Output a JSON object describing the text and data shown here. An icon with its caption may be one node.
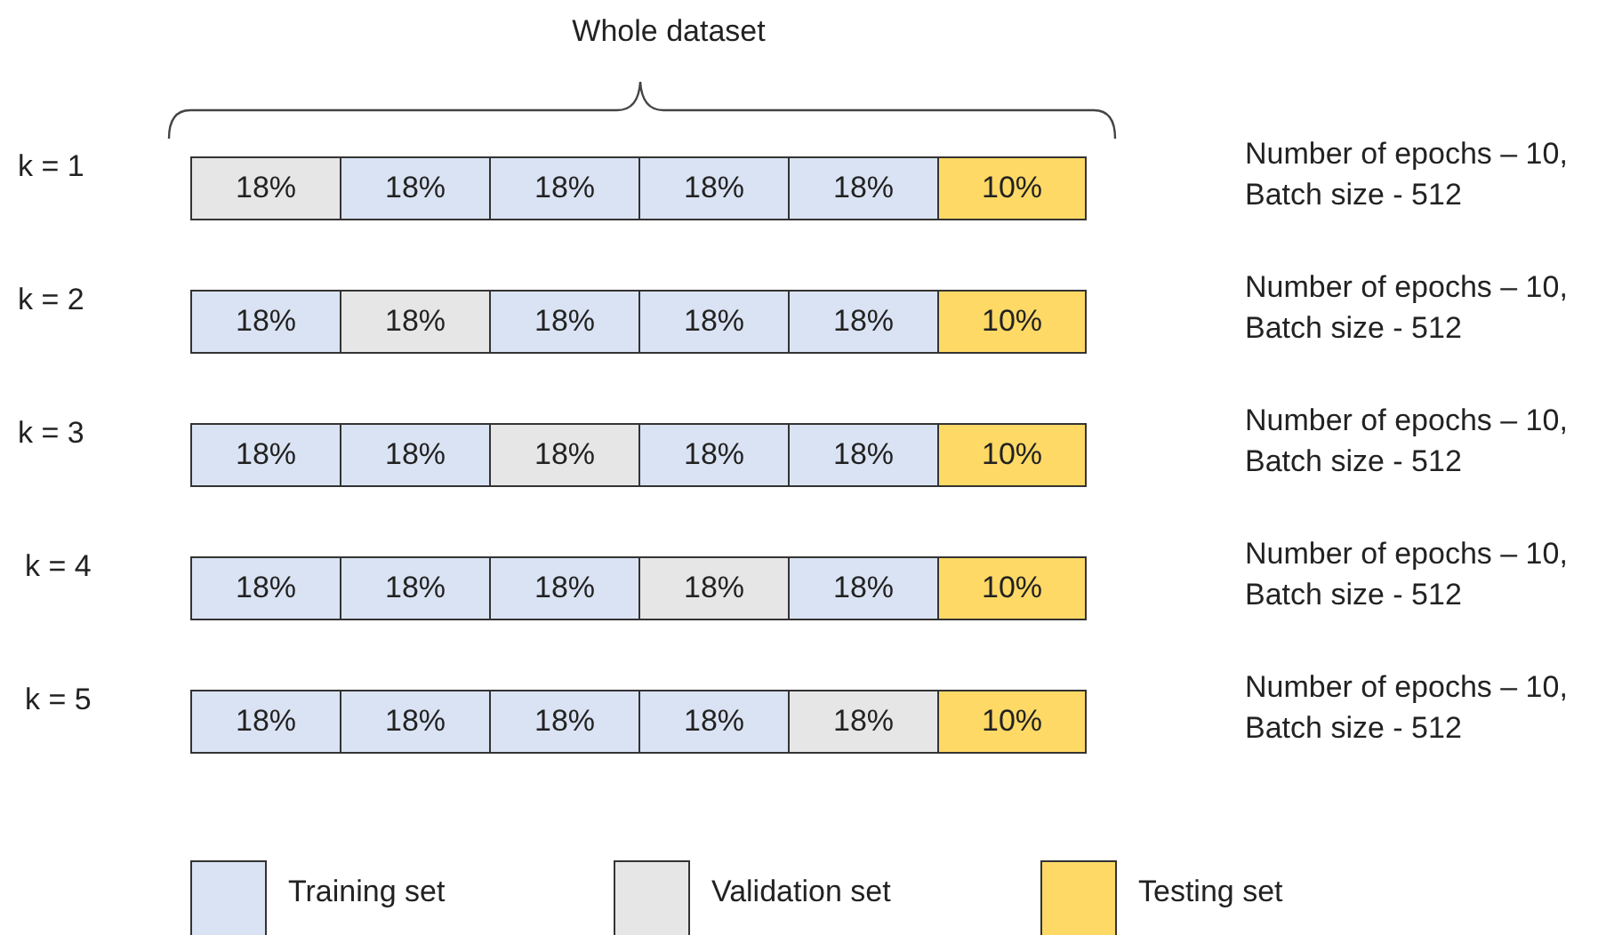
{
  "diagram": {
    "nodes": [
      {
        "text": [
          "18%"
        ]
      },
      {
        "text": [
          "18%"
        ]
      },
      {
        "text": [
          "18%"
        ]
      },
      {
        "text": [
          "18%"
        ]
      },
      {
        "text": [
          "18%"
        ]
      },
      {
        "text": [
          "10%"
        ]
      },
      {
        "text": [
          "18%"
        ]
      },
      {
        "text": [
          "18%"
        ]
      },
      {
        "text": [
          "18%"
        ]
      },
      {
        "text": [
          "18%"
        ]
      },
      {
        "text": [
          "18%"
        ]
      },
      {
        "text": [
          "10%"
        ]
      },
      {
        "text": [
          "18%"
        ]
      },
      {
        "text": [
          "18%"
        ]
      },
      {
        "text": [
          "18%"
        ]
      },
      {
        "text": [
          "18%"
        ]
      },
      {
        "text": [
          "18%"
        ]
      },
      {
        "text": [
          "10%"
        ]
      },
      {
        "text": [
          "18%"
        ]
      },
      {
        "text": [
          "18%"
        ]
      },
      {
        "text": [
          "18%"
        ]
      },
      {
        "text": [
          "18%"
        ]
      },
      {
        "text": [
          "18%"
        ]
      },
      {
        "text": [
          "10%"
        ]
      },
      {
        "text": [
          "18%"
        ]
      },
      {
        "text": [
          "18%"
        ]
      },
      {
        "text": [
          "18%"
        ]
      },
      {
        "text": [
          "18%"
        ]
      },
      {
        "text": [
          "18%"
        ]
      },
      {
        "text": [
          "10%"
        ]
      }
    ],
    "labels": [
      "Whole dataset",
      "k = 1",
      "Number of epochs – 10, Batch size - 512",
      "k = 2",
      "Number of epochs – 10, Batch size - 512",
      "k = 3",
      "Number of epochs – 10, Batch size - 512",
      "k = 4",
      "Number of epochs – 10, Batch size - 512",
      "k = 5",
      "Number of epochs – 10, Batch size - 512"
    ],
    "legend": [
      {
        "text": "Training set",
        "color": "#dae3f3"
      },
      {
        "text": "Validation set",
        "color": "#e7e6e6"
      },
      {
        "text": "Testing set",
        "color": "#ffd966"
      }
    ]
  }
}
